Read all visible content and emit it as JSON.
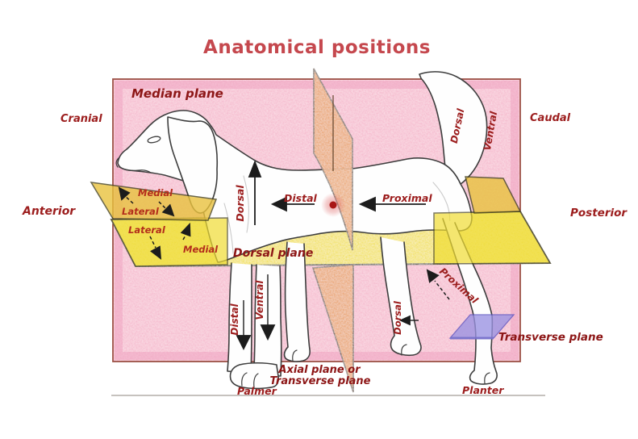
{
  "title": "Anatomical positions",
  "labels": {
    "median_plane": "Median plane",
    "cranial": "Cranial",
    "caudal": "Caudal",
    "anterior": "Anterior",
    "posterior": "Posterior",
    "medial_upper": "Medial",
    "lateral_upper": "Lateral",
    "lateral_lower": "Lateral",
    "medial_lower": "Medial",
    "dorsal_trunk": "Dorsal",
    "distal_trunk": "Distal",
    "proximal_trunk": "Proximal",
    "dorsal_plane": "Dorsal plane",
    "dorsal_tail": "Dorsal",
    "ventral_tail": "Ventral",
    "distal_foreleg": "Distal",
    "ventral_foreleg": "Ventral",
    "axial_plane_line1": "Axial plane or",
    "axial_plane_line2": "Transverse plane",
    "palmer": "Palmer",
    "proximal_hindleg": "Proximal",
    "dorsal_hindleg": "Dorsal",
    "transverse_plane": "Transverse plane",
    "planter": "Planter"
  },
  "colors": {
    "pink_region": "#f5b3c9",
    "dorsal_plane_yellow": "#f1df3b",
    "axial_plane_orange": "#e8994e",
    "hock_plane_purple": "#9a92e2",
    "reference_dot_red": "#a81616",
    "label_red": "#9c1d1d",
    "medial_lateral_red": "#b32d1b",
    "plane_label_red": "#8d1616",
    "title_red": "#c5484e",
    "arrow_black": "#1c1c1c"
  }
}
